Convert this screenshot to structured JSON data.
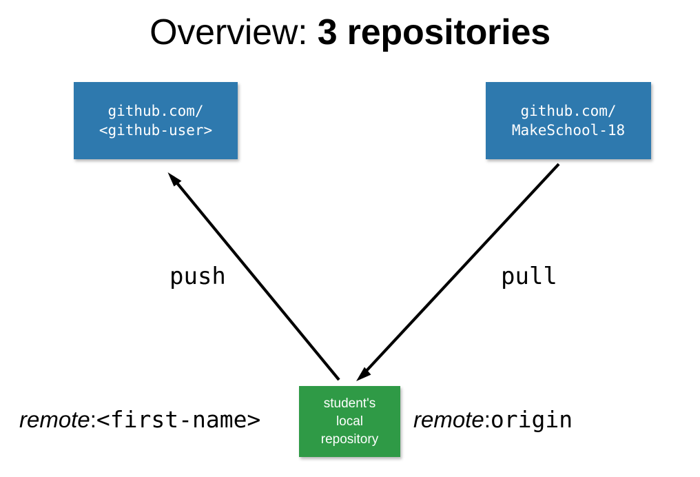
{
  "slide": {
    "title_regular": "Overview: ",
    "title_bold": "3 repositories",
    "background_color": "#ffffff"
  },
  "colors": {
    "remote_box": "#2e79ae",
    "local_box": "#2f9a46",
    "text_on_box": "#ffffff",
    "arrow": "#000000",
    "body_text": "#000000"
  },
  "nodes": {
    "github_user": {
      "name": "github-user-repository",
      "line1": "github.com/",
      "line2": "<github-user>",
      "color": "#2e79ae"
    },
    "makeschool": {
      "name": "makeschool-repository",
      "line1": "github.com/",
      "line2": "MakeSchool-18",
      "color": "#2e79ae"
    },
    "local": {
      "name": "student-local-repository",
      "line1": "student's",
      "line2": "local",
      "line3": "repository",
      "color": "#2f9a46"
    }
  },
  "arrows": [
    {
      "id": "push-arrow",
      "label": "push",
      "from": "student-local-repository",
      "to": "github-user-repository",
      "direction": "up-left"
    },
    {
      "id": "pull-arrow",
      "label": "pull",
      "from": "makeschool-repository",
      "to": "student-local-repository",
      "direction": "down-left"
    }
  ],
  "captions": {
    "left": {
      "keyword": "remote",
      "separator": ":",
      "value": "<first-name>"
    },
    "right": {
      "keyword": "remote",
      "separator": ":",
      "value": "origin"
    }
  }
}
